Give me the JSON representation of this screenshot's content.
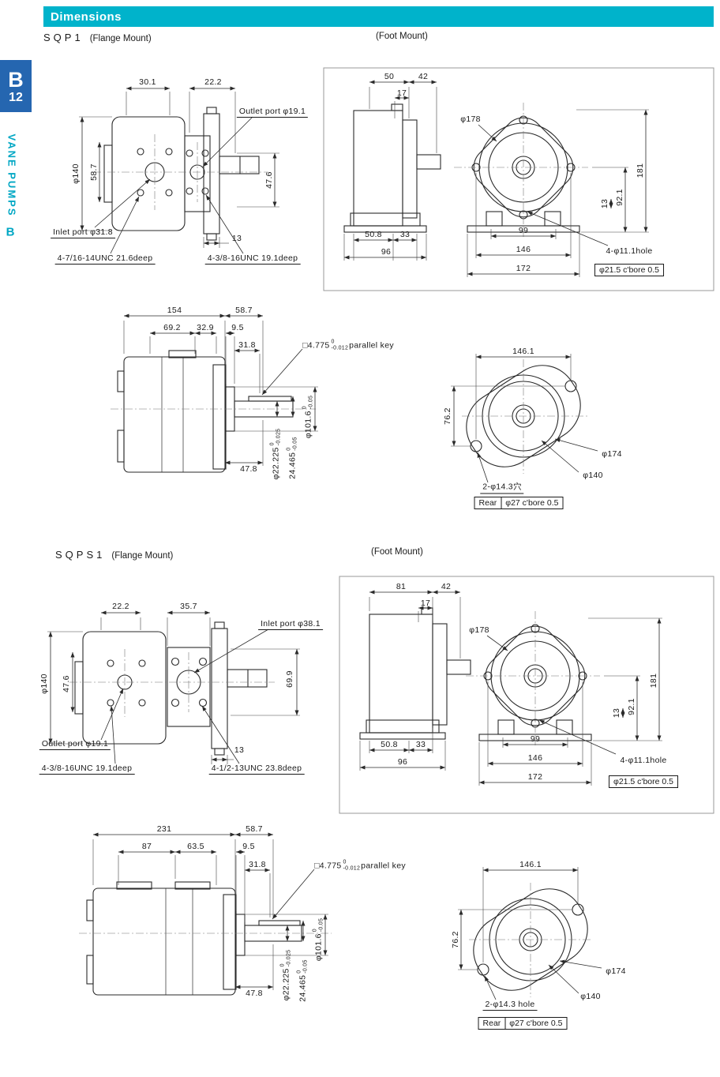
{
  "page": {
    "header_title": "Dimensions",
    "tab_letter": "B",
    "tab_number": "12",
    "side_label": "VANE PUMPS",
    "side_letter_bottom": "B"
  },
  "colors": {
    "accent_cyan": "#00b3cb",
    "tab_blue": "#2566b0"
  },
  "sqp1": {
    "model": "SQP1",
    "flange_mount_label": "(Flange Mount)",
    "foot_mount_label": "(Foot Mount)",
    "front": {
      "width_left": "30.1",
      "width_right": "22.2",
      "outlet_note": "Outlet port φ19.1",
      "body_dia": "φ140",
      "port_offset": "58.7",
      "port_height": "47.6",
      "inlet_note": "Inlet port φ31.8",
      "flange_thickness": "13",
      "thread_left": "4-7/16-14UNC 21.6deep",
      "thread_right": "4-3/8-16UNC 19.1deep"
    },
    "foot": {
      "len_body": "50",
      "len_shaft": "42",
      "len_pilot": "17",
      "flange_dia": "φ178",
      "height_total": "181",
      "height_center": "92.1",
      "foot_height": "13",
      "foot_len1": "50.8",
      "foot_len2": "33",
      "foot_len_total": "96",
      "bolt_span1": "99",
      "bolt_span2": "146",
      "base_width": "172",
      "hole_note": "4-φ11.1hole",
      "cbore_note": "φ21.5 c'bore 0.5"
    },
    "side": {
      "len_total": "154",
      "len_shaft": "58.7",
      "len1": "69.2",
      "len2": "32.9",
      "len3": "9.5",
      "shaft_len": "31.8",
      "key_prefix": "□4.775",
      "key_tol_hi": "0",
      "key_tol_lo": "-0.012",
      "key_suffix": "parallel key",
      "pilot_prefix": "φ101.6",
      "pilot_tol_hi": "0",
      "pilot_tol_lo": "-0.05",
      "key_len": "47.8",
      "shaft_prefix": "φ22.225",
      "shaft_tol_hi": "0",
      "shaft_tol_lo": "-0.025",
      "keyh_prefix": "24.465",
      "keyh_tol_hi": "0",
      "keyh_tol_lo": "-0.05"
    },
    "rear": {
      "hole_span": "146.1",
      "hole_rise": "76.2",
      "outer_dia": "φ174",
      "inner_dia": "φ140",
      "holes_note": "2-φ14.3穴",
      "rear_label": "Rear",
      "cbore_note": "φ27 c'bore 0.5"
    }
  },
  "sqps1": {
    "model": "SQPS1",
    "flange_mount_label": "(Flange Mount)",
    "foot_mount_label": "(Foot Mount)",
    "front": {
      "width_left": "22.2",
      "width_right": "35.7",
      "inlet_note": "Inlet port φ38.1",
      "body_dia": "φ140",
      "port_offset": "47.6",
      "port_height": "69.9",
      "outlet_note": "Outlet port φ19.1",
      "flange_thickness": "13",
      "thread_left": "4-3/8-16UNC 19.1deep",
      "thread_right": "4-1/2-13UNC 23.8deep"
    },
    "foot": {
      "len_body": "81",
      "len_shaft": "42",
      "len_pilot": "17",
      "flange_dia": "φ178",
      "height_total": "181",
      "height_center": "92.1",
      "foot_height": "13",
      "foot_len1": "50.8",
      "foot_len2": "33",
      "foot_len_total": "96",
      "bolt_span1": "99",
      "bolt_span2": "146",
      "base_width": "172",
      "hole_note": "4-φ11.1hole",
      "cbore_note": "φ21.5 c'bore 0.5"
    },
    "side": {
      "len_total": "231",
      "len_shaft": "58.7",
      "len1": "87",
      "len2": "63.5",
      "len3": "9.5",
      "shaft_len": "31.8",
      "key_prefix": "□4.775",
      "key_tol_hi": "0",
      "key_tol_lo": "-0.012",
      "key_suffix": "parallel key",
      "pilot_prefix": "φ101.6",
      "pilot_tol_hi": "0",
      "pilot_tol_lo": "-0.05",
      "key_len": "47.8",
      "shaft_prefix": "φ22.225",
      "shaft_tol_hi": "0",
      "shaft_tol_lo": "-0.025",
      "keyh_prefix": "24.465",
      "keyh_tol_hi": "0",
      "keyh_tol_lo": "-0.05"
    },
    "rear": {
      "hole_span": "146.1",
      "hole_rise": "76.2",
      "outer_dia": "φ174",
      "inner_dia": "φ140",
      "holes_note": "2-φ14.3 hole",
      "rear_label": "Rear",
      "cbore_note": "φ27 c'bore 0.5"
    }
  }
}
